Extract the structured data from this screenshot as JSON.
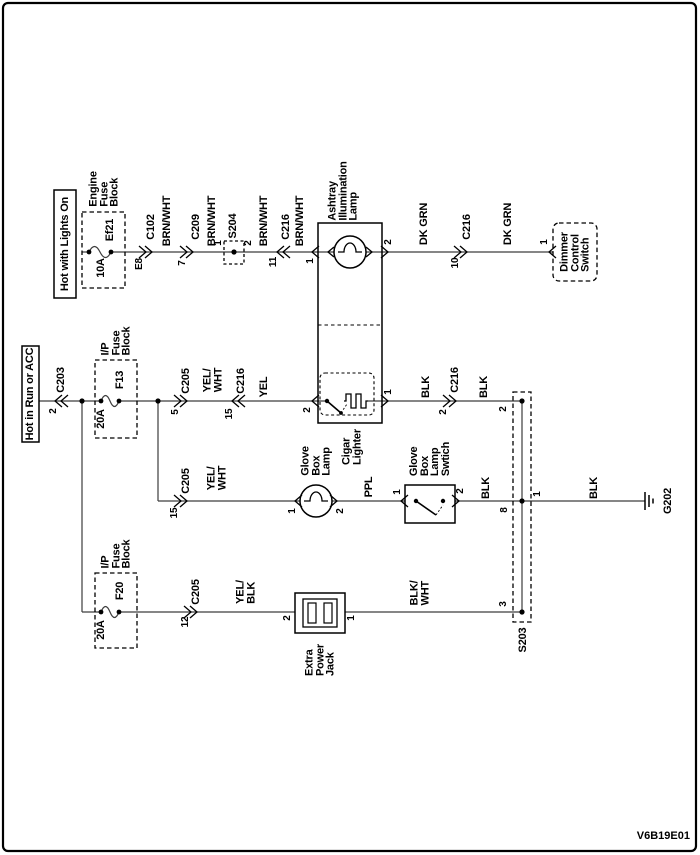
{
  "diagram_code": "V6B19E01",
  "top_circuit": {
    "source": "Hot with Lights On",
    "fuse_block": "Engine\nFuse\nBlock",
    "fuse_name": "Ef21",
    "fuse_rating": "10A",
    "pin_e8": "E8",
    "conn_c102": "C102",
    "wire1": "BRN/WHT",
    "pin_7": "7",
    "conn_c209": "C209",
    "wire2": "BRN/WHT",
    "splice_s204": "S204",
    "s204_pin1": "1",
    "s204_pin2": "2",
    "wire3": "BRN/WHT",
    "pin_11": "11",
    "conn_c216": "C216",
    "wire4": "BRN/WHT",
    "lamp_pin1": "1",
    "lamp": "Ashtray\nIllumination\nLamp",
    "lamp_pin2": "2",
    "wire5": "DK GRN",
    "pin_10": "10",
    "conn_c216b": "C216",
    "wire6": "DK GRN",
    "dimmer_pin1": "1",
    "dimmer": "Dimmer\nControl\nSwitch"
  },
  "middle_circuit": {
    "source": "Hot in Run or ACC",
    "pin_2": "2",
    "conn_c203": "C203",
    "fuse_block": "I/P\nFuse\nBlock",
    "fuse_name": "F13",
    "fuse_rating": "20A",
    "pin_5": "5",
    "conn_c205": "C205",
    "wire1": "YEL/\nWHT",
    "pin_15": "15",
    "conn_c216": "C216",
    "wire2": "YEL",
    "cigar_pin2": "2",
    "cigar": "Cigar\nLighter",
    "cigar_pin1": "1",
    "wire3": "BLK",
    "pin_2b": "2",
    "conn_c216b": "C216",
    "wire4": "BLK",
    "s203_pin2": "2"
  },
  "glove_circuit": {
    "pin_15": "15",
    "conn_c205": "C205",
    "wire1": "YEL/\nWHT",
    "lamp_pin1": "1",
    "lamp": "Glove\nBox\nLamp",
    "lamp_pin2": "2",
    "wire2": "PPL",
    "switch_pin1": "1",
    "switch": "Glove\nBox\nLamp\nSwtich",
    "switch_pin2": "2",
    "wire3": "BLK",
    "s203_pin8": "8",
    "s203_pin1": "1",
    "wire4": "BLK",
    "ground": "G202"
  },
  "bottom_circuit": {
    "fuse_block": "I/P\nFuse\nBlock",
    "fuse_name": "F20",
    "fuse_rating": "20A",
    "pin_12": "12",
    "conn_c205": "C205",
    "wire1": "YEL/\nBLK",
    "jack_pin2": "2",
    "jack": "Extra\nPower\nJack",
    "jack_pin1": "1",
    "wire2": "BLK/\nWHT",
    "s203_pin3": "3",
    "splice_s203": "S203"
  }
}
